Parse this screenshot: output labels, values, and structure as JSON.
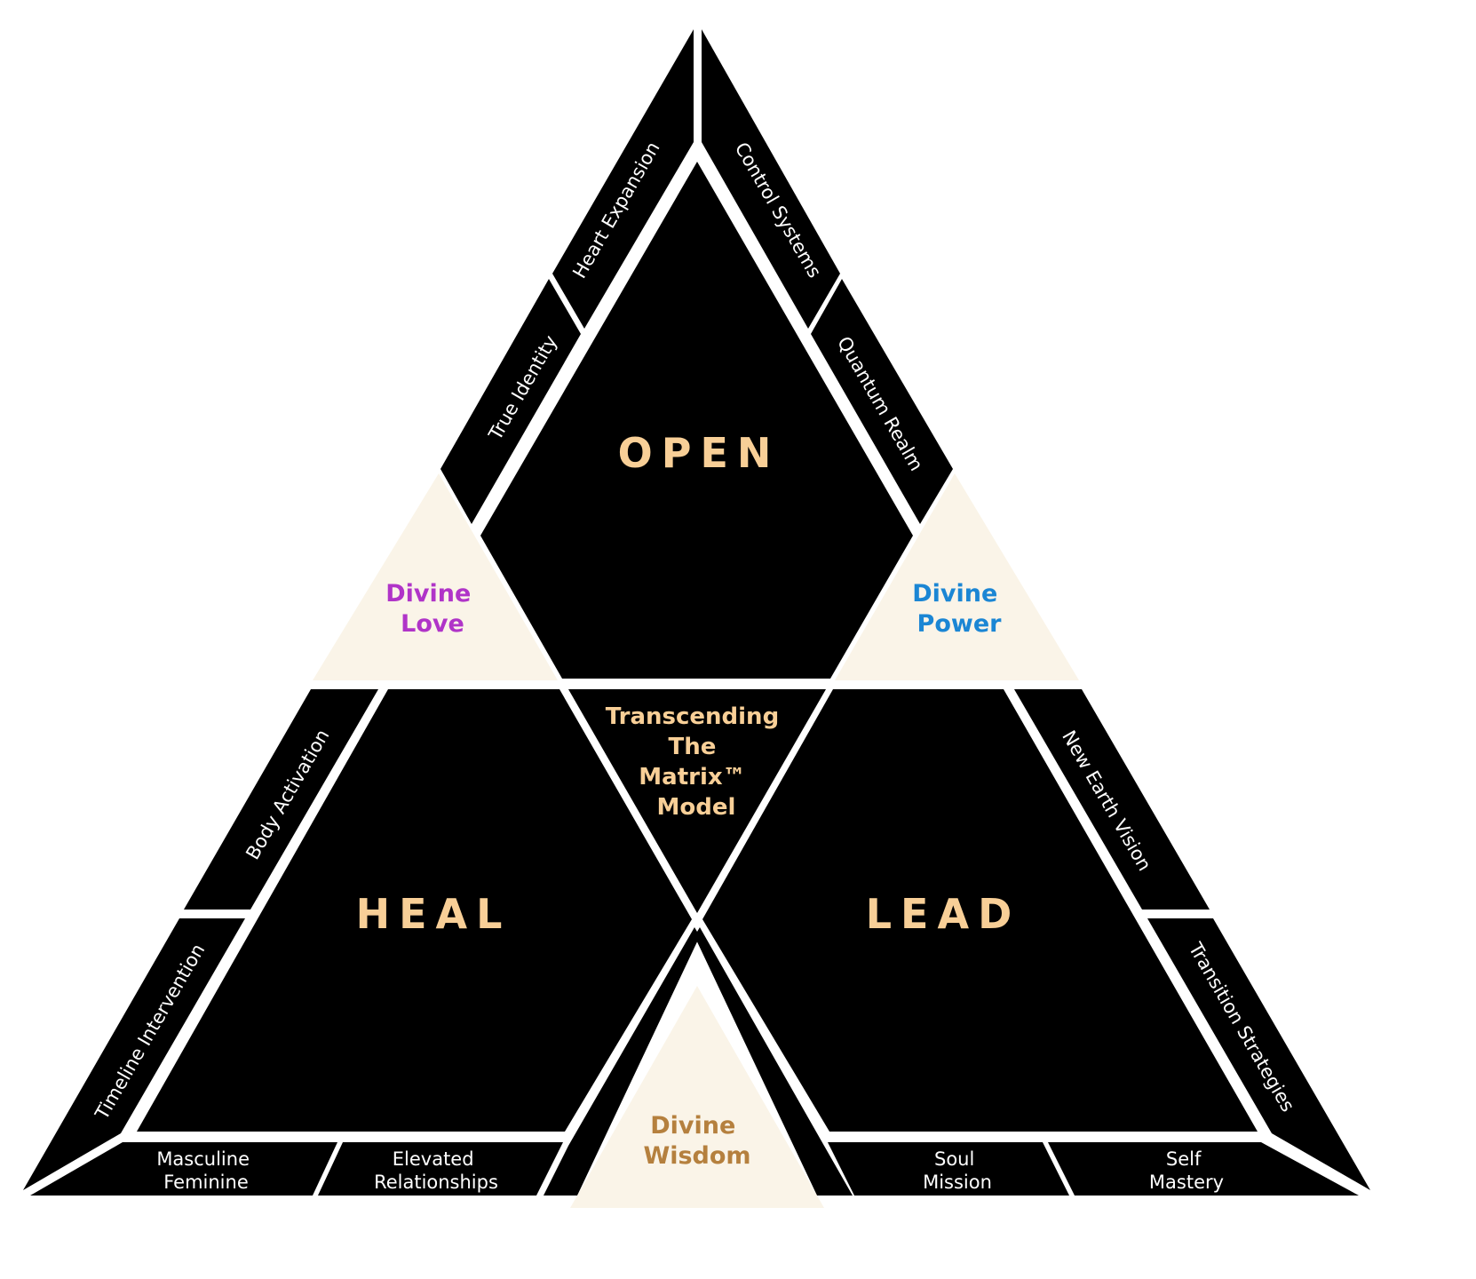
{
  "title": "Transcending The Matrix™ Model",
  "center": {
    "lines": [
      "Transcending",
      "The",
      "Matrix™",
      "Model"
    ]
  },
  "pillars": {
    "open": "OPEN",
    "heal": "HEAL",
    "lead": "LEAD"
  },
  "divine": {
    "love": {
      "lines": [
        "Divine",
        "Love"
      ],
      "color": "#b034c8"
    },
    "power": {
      "lines": [
        "Divine",
        "Power"
      ],
      "color": "#1b86d4"
    },
    "wisdom": {
      "lines": [
        "Divine",
        "Wisdom"
      ],
      "color": "#b5803e"
    }
  },
  "strips": {
    "heart_expansion": "Heart Expansion",
    "true_identity": "True Identity",
    "control_systems": "Control Systems",
    "quantum_realm": "Quantum Realm",
    "body_activation": "Body Activation",
    "timeline_intervention": "Timeline Intervention",
    "new_earth_vision": "New Earth Vision",
    "transition_strategies": "Transition Strategies"
  },
  "bottom": {
    "masculine_feminine": [
      "Masculine",
      "Feminine"
    ],
    "elevated_relationships": [
      "Elevated",
      "Relationships"
    ],
    "soul_mission": [
      "Soul",
      "Mission"
    ],
    "self_mastery": [
      "Self",
      "Mastery"
    ]
  },
  "colors": {
    "dark": "#000000",
    "cream": "#faf4e8",
    "gold_text": "#f8cf97",
    "strip_text": "#ffffff"
  }
}
